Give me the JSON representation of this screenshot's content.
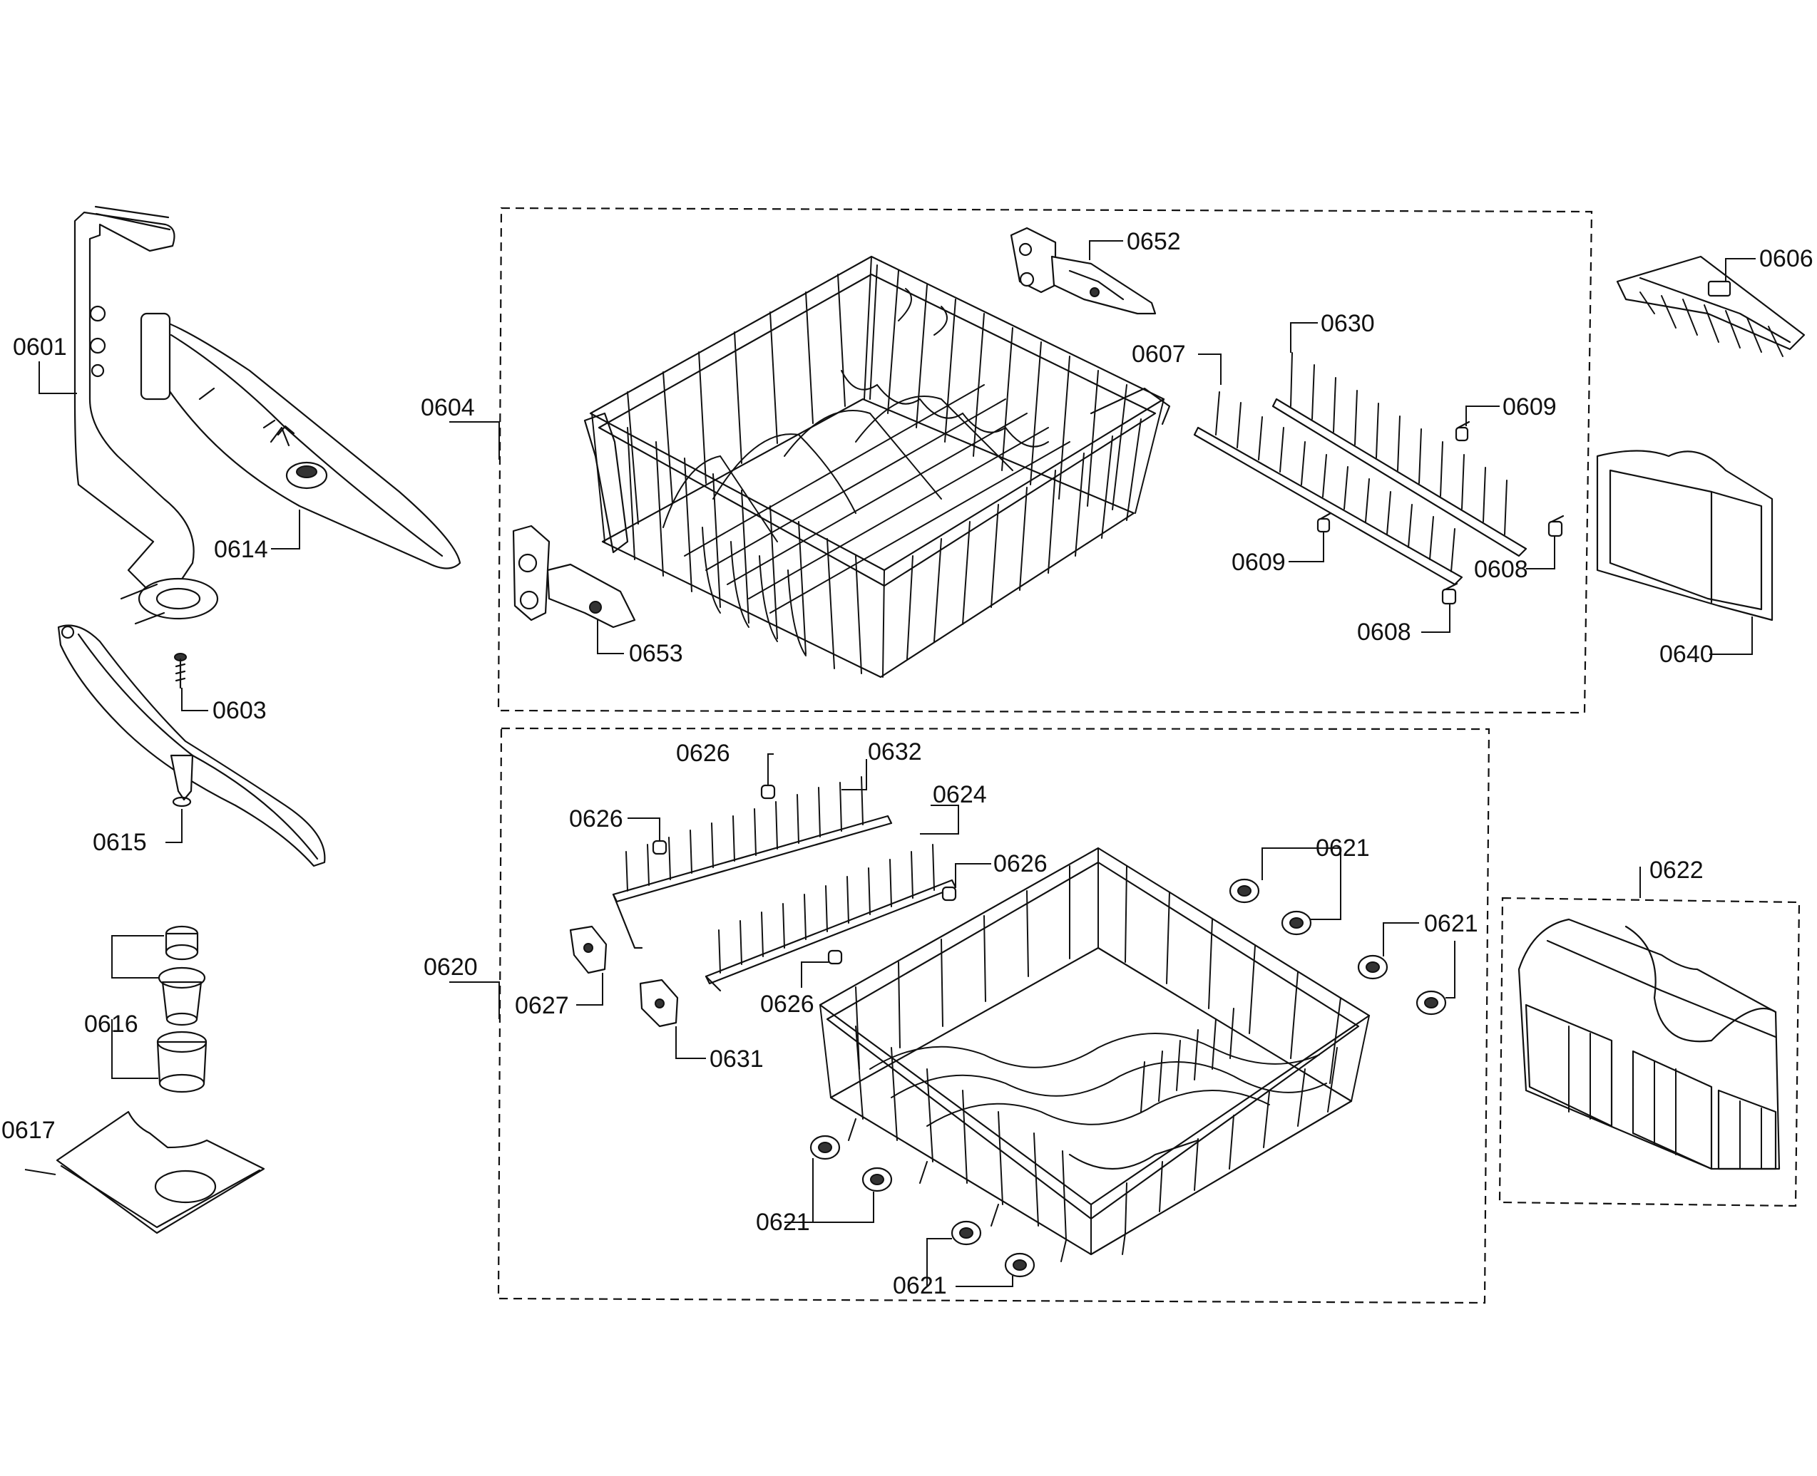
{
  "labels": {
    "p0601": "0601",
    "p0603": "0603",
    "p0604": "0604",
    "p0606": "0606",
    "p0607": "0607",
    "p0608a": "0608",
    "p0608b": "0608",
    "p0609a": "0609",
    "p0609b": "0609",
    "p0614": "0614",
    "p0615": "0615",
    "p0616": "0616",
    "p0617": "0617",
    "p0620": "0620",
    "p0621a": "0621",
    "p0621b": "0621",
    "p0621c": "0621",
    "p0621d": "0621",
    "p0622": "0622",
    "p0624": "0624",
    "p0626a": "0626",
    "p0626b": "0626",
    "p0626c": "0626",
    "p0626d": "0626",
    "p0627": "0627",
    "p0630": "0630",
    "p0631": "0631",
    "p0632": "0632",
    "p0640": "0640",
    "p0652": "0652",
    "p0653": "0653"
  }
}
